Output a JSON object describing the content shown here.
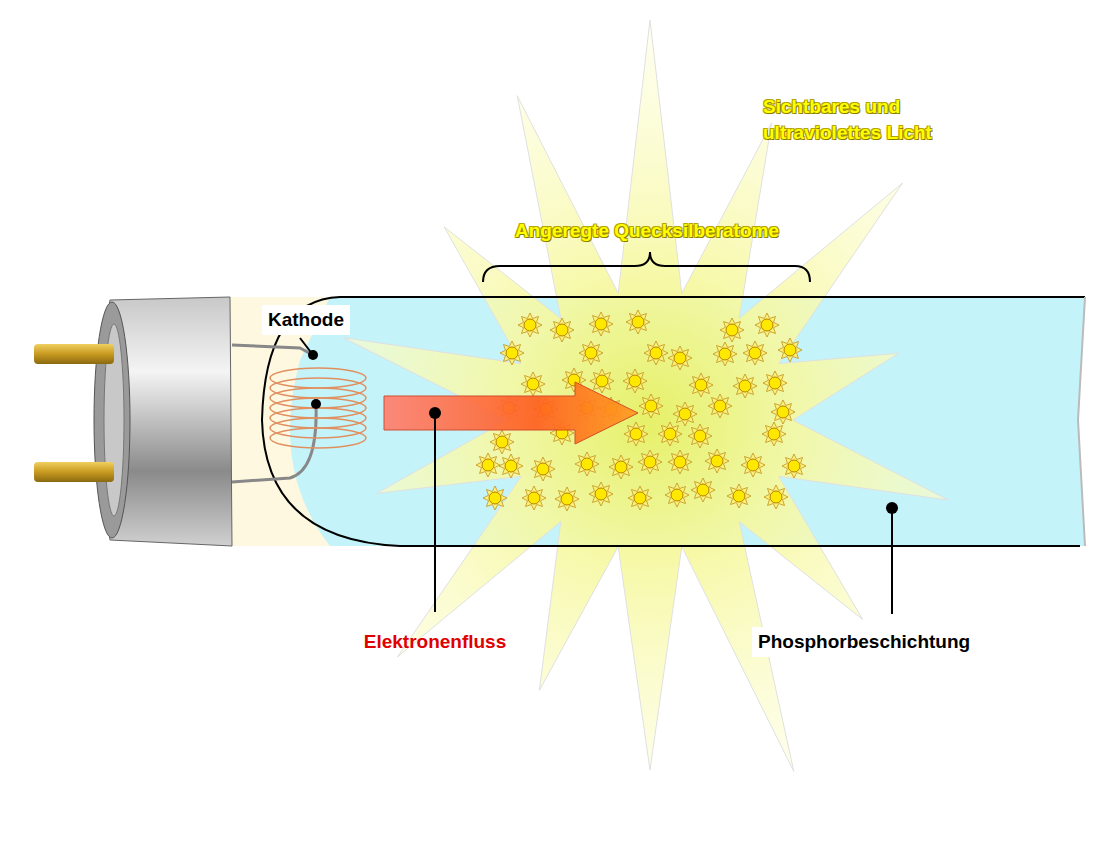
{
  "diagram": {
    "labels": [
      "Sichtbares und ultraviolettes Licht",
      "Angeregte Quecksilberatome",
      "Kathode",
      "Elektronenfluss",
      "Phosphorbeschichtung"
    ]
  }
}
